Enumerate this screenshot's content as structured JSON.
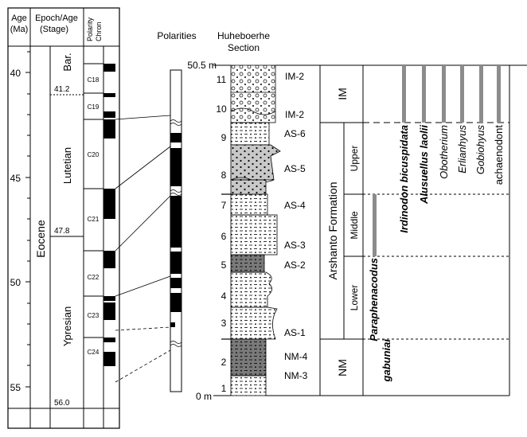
{
  "header": {
    "age": "Age",
    "ma": "(Ma)",
    "epoch_age": "Epoch/Age",
    "stage": "(Stage)",
    "polarity_chron": [
      "Polarity",
      "Chron"
    ],
    "polarities": "Polarities",
    "section": [
      "Huheboerhe",
      "Section"
    ]
  },
  "age_ticks": [
    "40",
    "45",
    "50",
    "55"
  ],
  "epoch": "Eocene",
  "stages": [
    "Bar.",
    "Lutetian",
    "Ypresian"
  ],
  "boundary_ages": [
    "41.2",
    "47.8",
    "56.0"
  ],
  "chrons": [
    "C18",
    "C19",
    "C20",
    "C21",
    "C22",
    "C23",
    "C24"
  ],
  "section_scale": {
    "top": "50.5 m",
    "bottom": "0 m"
  },
  "bed_numbers": [
    "11",
    "10",
    "9",
    "8",
    "7",
    "6",
    "5",
    "4",
    "3",
    "2",
    "1"
  ],
  "units": [
    "IM-2",
    "IM-2",
    "AS-6",
    "AS-5",
    "AS-4",
    "AS-3",
    "AS-2",
    "AS-1",
    "NM-4",
    "NM-3"
  ],
  "formations": {
    "im": "IM",
    "arshanto": "Arshanto Formation",
    "nm": "NM",
    "members": [
      "Upper",
      "Middle",
      "Lower"
    ]
  },
  "taxa": [
    {
      "name": "Paraphenacodus",
      "style": "bold-italic"
    },
    {
      "name": "gabuniai",
      "style": "bold-italic"
    },
    {
      "name": "Irdinodon bicuspidata",
      "style": "bold-italic"
    },
    {
      "name": "Alusuellus laolii",
      "style": "bold-italic"
    },
    {
      "name": "Obotherium",
      "style": "italic"
    },
    {
      "name": "Erlianhyus",
      "style": "italic"
    },
    {
      "name": "Gobiohyus",
      "style": "italic"
    },
    {
      "name": "achaenodont",
      "style": "normal"
    }
  ],
  "colors": {
    "range_bar": "#8c8c8c",
    "dark_bed": "#7a7a7a",
    "light_bed": "#c8c8c8"
  }
}
